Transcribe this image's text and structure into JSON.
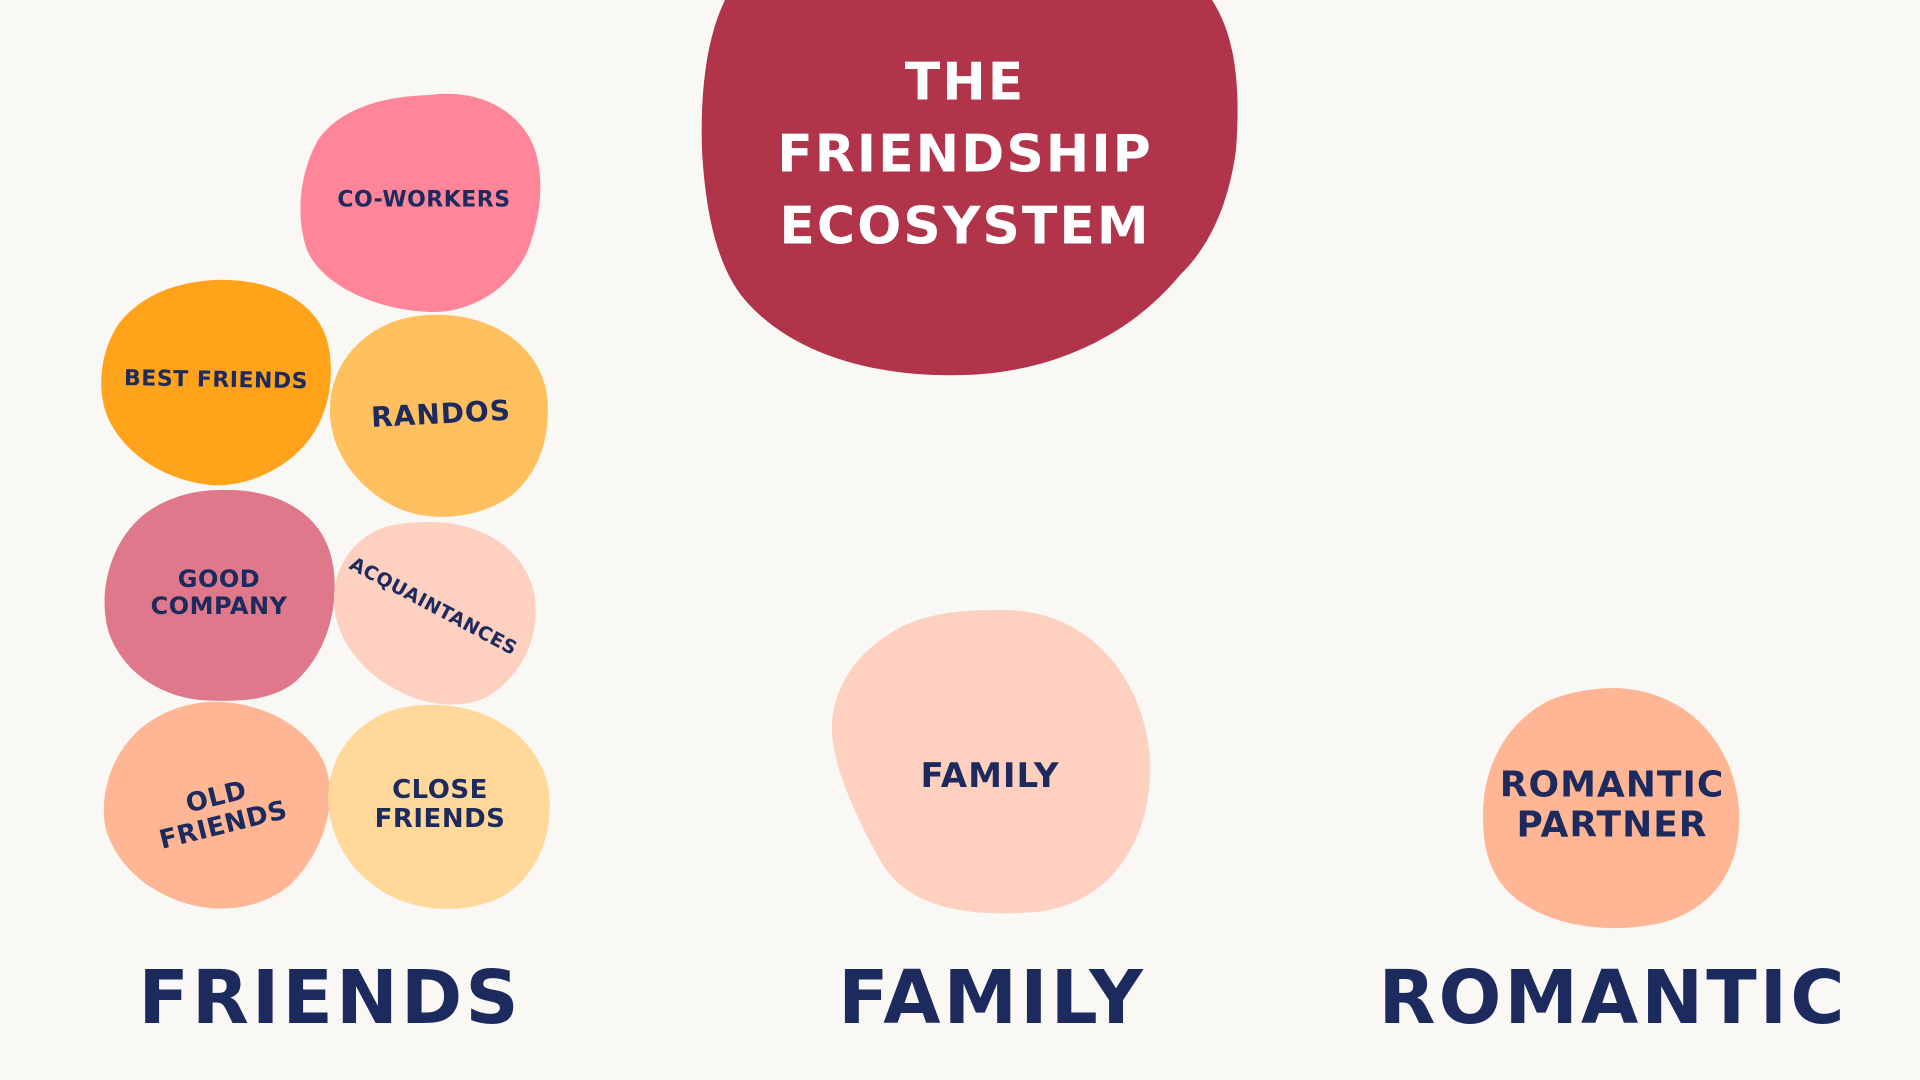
{
  "title": "THE\nFRIENDSHIP\nECOSYSTEM",
  "categories": {
    "friends": "FRIENDS",
    "family": "FAMILY",
    "romantic": "ROMANTIC"
  },
  "bubbles": {
    "co_workers": "CO-WORKERS",
    "best_friends": "BEST FRIENDS",
    "randos": "RANDOS",
    "good_company": "GOOD\nCOMPANY",
    "acquaintances": "ACQUAINTANCES",
    "old_friends": "OLD\nFRIENDS",
    "close_friends": "CLOSE\nFRIENDS",
    "family": "FAMILY",
    "romantic_partner": "ROMANTIC\nPARTNER"
  },
  "colors": {
    "background": "#faf8f5",
    "title_blob": "#b1344a",
    "co_workers": "#ff8599",
    "best_friends": "#ffa31a",
    "randos": "#ffc060",
    "good_company": "#df788b",
    "acquaintances": "#fdd0bf",
    "old_friends": "#ffb695",
    "close_friends": "#ffd89a",
    "family": "#fdd0bf",
    "romantic_partner": "#ffb695",
    "text_dark": "#1c2a5e",
    "text_light": "#ffffff"
  }
}
